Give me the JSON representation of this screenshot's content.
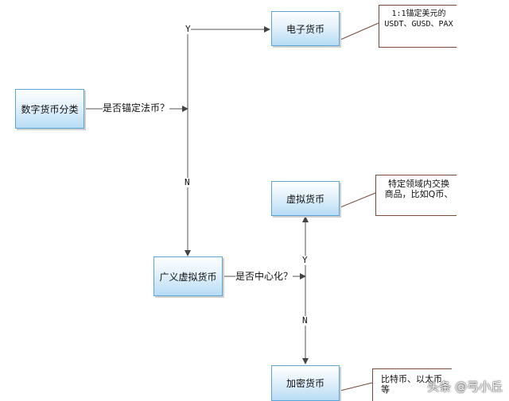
{
  "nodes": {
    "root": "数字货币分类",
    "electronic": "电子货币",
    "broad_virtual": "广义虚拟货币",
    "virtual": "虚拟货币",
    "crypto": "加密货币"
  },
  "edges": {
    "q1": "是否锚定法币？",
    "q2": "是否中心化？",
    "y1": "Y",
    "n1": "N",
    "y2": "Y",
    "n2": "N"
  },
  "notes": {
    "electronic": "1:1锚定美元的USDT、GUSD、PAX",
    "virtual": "特定领域内交换商品，比如Q币、",
    "crypto": "比特币、以太币等"
  },
  "watermark": "头条 @弓小丘"
}
